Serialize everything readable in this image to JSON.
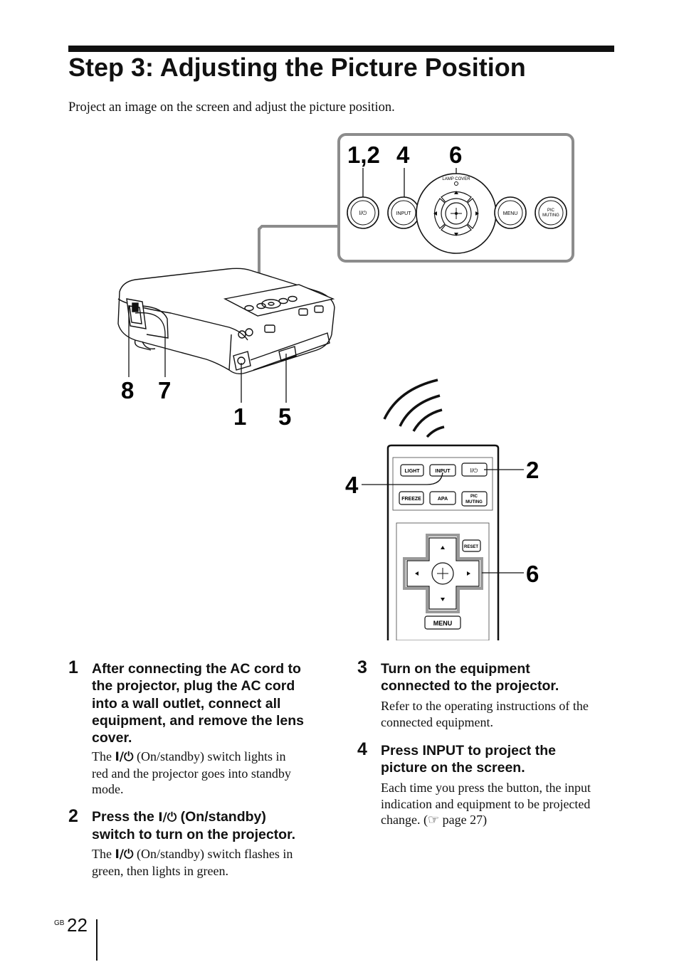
{
  "header": {
    "title": "Step 3: Adjusting the Picture Position",
    "intro": "Project an image on the screen and adjust the picture position."
  },
  "figure": {
    "control_panel_callouts": [
      "1,2",
      "4",
      "6"
    ],
    "control_panel_labels": {
      "lamp_cover": "LAMP COVER",
      "power": "I/⏻",
      "input": "INPUT",
      "menu": "MENU",
      "pic_muting_line1": "PIC",
      "pic_muting_line2": "MUTING"
    },
    "projector_callouts": [
      "8",
      "7",
      "1",
      "5"
    ],
    "remote_callouts": [
      "2",
      "4",
      "6"
    ],
    "remote_labels": {
      "light": "LIGHT",
      "input": "INPUT",
      "power": "I/⏻",
      "freeze": "FREEZE",
      "apa": "APA",
      "pic_muting_line1": "PIC",
      "pic_muting_line2": "MUTING",
      "reset": "RESET",
      "menu": "MENU"
    }
  },
  "steps": [
    {
      "number": "1",
      "heading_lines": [
        "After connecting the AC cord to",
        "the projector, plug the AC cord",
        "into a wall outlet, connect all",
        "equipment, and remove the lens",
        "cover."
      ],
      "body_prefix": "The ",
      "body_symbol": "I/⏻",
      "body_lines": [
        " (On/standby) switch lights in",
        "red and the projector goes into standby",
        "mode."
      ]
    },
    {
      "number": "2",
      "heading_prefix": "Press the ",
      "heading_symbol": "I/⏻",
      "heading_lines": [
        " (On/standby)",
        "switch to turn on the projector."
      ],
      "body_prefix": "The ",
      "body_symbol": "I/⏻",
      "body_lines": [
        " (On/standby) switch flashes in",
        "green, then lights in green."
      ]
    },
    {
      "number": "3",
      "heading_lines": [
        "Turn on the equipment",
        "connected to the projector."
      ],
      "body_lines": [
        "Refer to the operating instructions of the",
        "connected equipment."
      ]
    },
    {
      "number": "4",
      "heading_lines": [
        "Press INPUT to project the",
        "picture on the screen."
      ],
      "body_lines": [
        "Each time you press the button, the input",
        "indication and equipment to be projected",
        "change. (☞ page 27)"
      ]
    }
  ],
  "footer": {
    "region": "GB",
    "page_number": "22"
  }
}
